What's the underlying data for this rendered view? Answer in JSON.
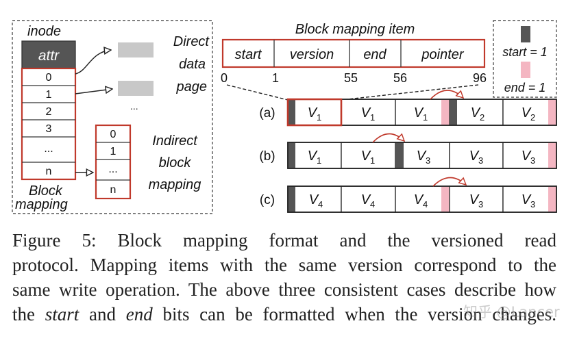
{
  "colors": {
    "start_bit": "#555555",
    "end_bit": "#f4b6c2",
    "highlight": "#c0392b",
    "data_page": "#c8c8c8",
    "attr_fill": "#555555"
  },
  "inode": {
    "title": "inode",
    "attr_label": "attr",
    "entries": [
      "0",
      "1",
      "2",
      "3",
      "...",
      "n"
    ],
    "label_lines": [
      "Block",
      "mapping"
    ]
  },
  "direct_data_page": {
    "label_lines": [
      "Direct",
      "data",
      "page"
    ],
    "ellipsis": "..."
  },
  "indirect_block_mapping": {
    "entries": [
      "0",
      "1",
      "...",
      "n"
    ],
    "label_lines": [
      "Indirect",
      "block",
      "mapping"
    ]
  },
  "block_mapping_item": {
    "title": "Block mapping item",
    "fields": [
      "start",
      "version",
      "end",
      "pointer"
    ],
    "bit_offsets": [
      "0",
      "1",
      "55",
      "56",
      "96"
    ]
  },
  "legend": {
    "start_label": "start = 1",
    "end_label": "end = 1"
  },
  "rows": [
    {
      "label": "(a)",
      "cells": [
        {
          "base": "V",
          "sub": "1",
          "start": true,
          "end": false,
          "highlight": true
        },
        {
          "base": "V",
          "sub": "1",
          "start": false,
          "end": false
        },
        {
          "base": "V",
          "sub": "1",
          "start": false,
          "end": true
        },
        {
          "base": "V",
          "sub": "2",
          "start": true,
          "end": false
        },
        {
          "base": "V",
          "sub": "2",
          "start": false,
          "end": true
        }
      ]
    },
    {
      "label": "(b)",
      "cells": [
        {
          "base": "V",
          "sub": "1",
          "start": true,
          "end": false
        },
        {
          "base": "V",
          "sub": "1",
          "start": false,
          "end": false
        },
        {
          "base": "V",
          "sub": "3",
          "start": true,
          "end": false
        },
        {
          "base": "V",
          "sub": "3",
          "start": false,
          "end": false
        },
        {
          "base": "V",
          "sub": "3",
          "start": false,
          "end": true
        }
      ]
    },
    {
      "label": "(c)",
      "cells": [
        {
          "base": "V",
          "sub": "4",
          "start": true,
          "end": false
        },
        {
          "base": "V",
          "sub": "4",
          "start": false,
          "end": false
        },
        {
          "base": "V",
          "sub": "4",
          "start": false,
          "end": true
        },
        {
          "base": "V",
          "sub": "3",
          "start": false,
          "end": false
        },
        {
          "base": "V",
          "sub": "3",
          "start": false,
          "end": true
        }
      ]
    }
  ],
  "caption": {
    "line1": "Figure 5: Block mapping format and the versioned read",
    "line2": "protocol. Mapping items with the same version correspond to the",
    "line3": "same write operation. The above three consistent cases describe how",
    "line4": {
      "pre": "the",
      "start_word": "start",
      "mid": "and",
      "end_word": "end",
      "post": "bits can be formatted when the version changes."
    }
  },
  "watermark": "知乎 @Lancer"
}
